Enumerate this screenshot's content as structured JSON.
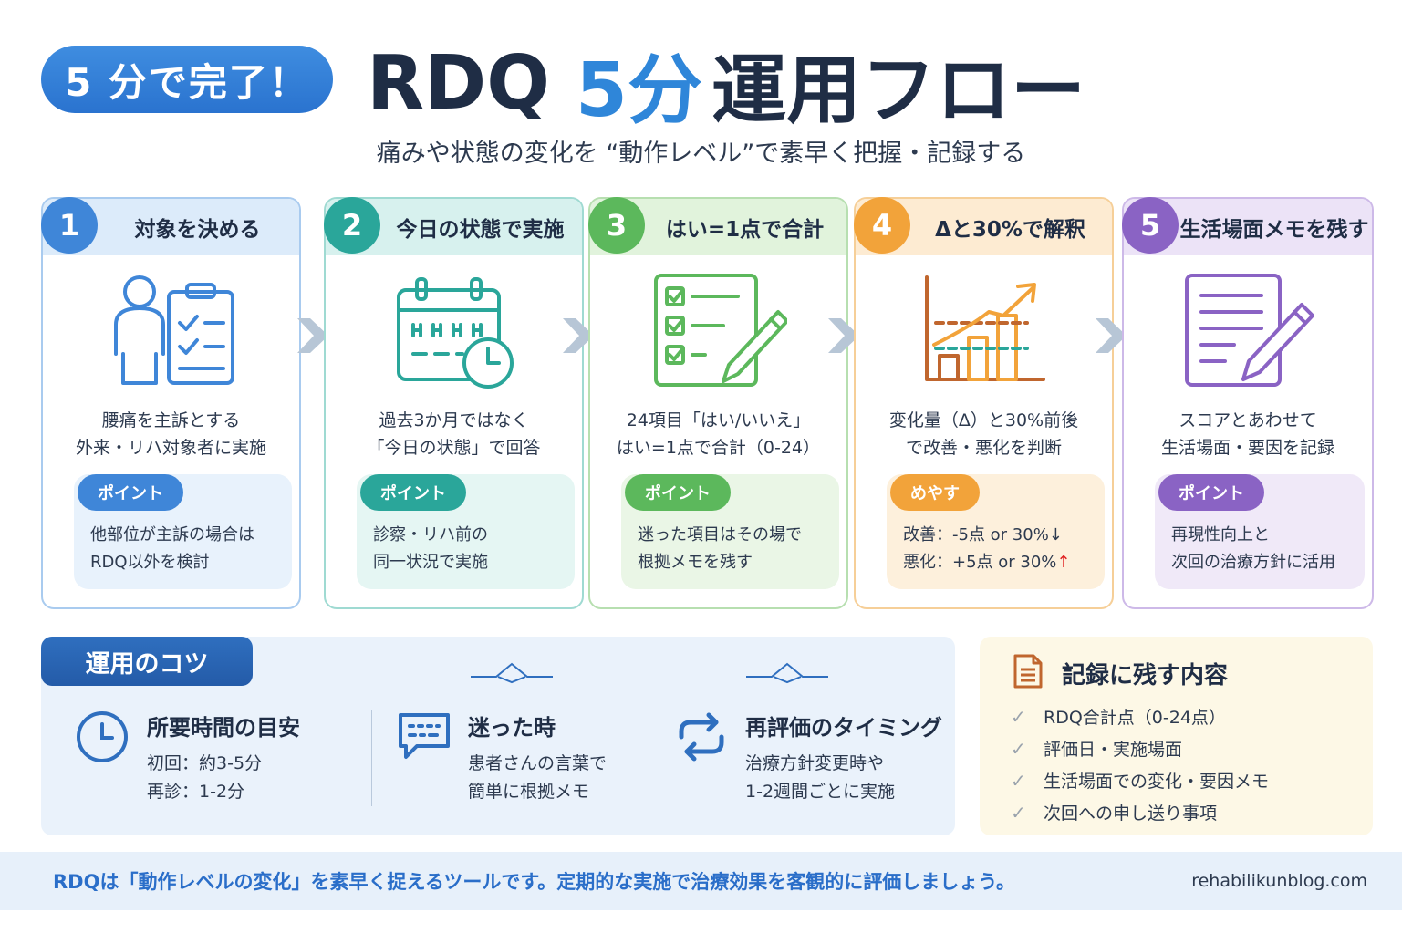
{
  "header": {
    "badge": "5 分で完了！",
    "title_prefix": "RDQ",
    "title_accent": "5分",
    "title_suffix": "運用フロー",
    "subtitle": "痛みや状態の変化を “動作レベル”で素早く把握・記録する"
  },
  "colors": {
    "step1": "#3f86d8",
    "step2": "#2aa69a",
    "step3": "#5cb85c",
    "step4": "#f2a33a",
    "step5": "#8a63c4"
  },
  "steps": [
    {
      "number": "1",
      "title": "対象を決める",
      "icon": "person-clipboard-icon",
      "desc_line1": "腰痛を主訴とする",
      "desc_line2": "外来・リハ対象者に実施",
      "tag": "ポイント",
      "point_line1": "他部位が主訴の場合は",
      "point_line2": "RDQ以外を検討"
    },
    {
      "number": "2",
      "title": "今日の状態で実施",
      "icon": "calendar-clock-icon",
      "desc_line1": "過去3か月ではなく",
      "desc_line2": "「今日の状態」で回答",
      "tag": "ポイント",
      "point_line1": "診察・リハ前の",
      "point_line2": "同一状況で実施"
    },
    {
      "number": "3",
      "title": "はい=1点で合計",
      "icon": "checklist-pencil-icon",
      "desc_line1": "24項目「はい/いいえ」",
      "desc_line2": "はい=1点で合計（0-24）",
      "tag": "ポイント",
      "point_line1": "迷った項目はその場で",
      "point_line2": "根拠メモを残す"
    },
    {
      "number": "4",
      "title": "Δと30%で解釈",
      "icon": "bar-chart-icon",
      "desc_line1": "変化量（Δ）と30%前後",
      "desc_line2": "で改善・悪化を判断",
      "tag": "めやす",
      "point_line1": "改善：-5点 or 30%↓",
      "point_line2_prefix": "悪化：+5点 or 30%",
      "point_line2_arrow": "↑"
    },
    {
      "number": "5",
      "title": "生活場面メモを残す",
      "icon": "note-pencil-icon",
      "desc_line1": "スコアとあわせて",
      "desc_line2": "生活場面・要因を記録",
      "tag": "ポイント",
      "point_line1": "再現性向上と",
      "point_line2": "次回の治療方針に活用"
    }
  ],
  "tips": {
    "label": "運用のコツ",
    "items": [
      {
        "icon": "clock-icon",
        "title": "所要時間の目安",
        "line1": "初回：約3-5分",
        "line2": "再診：1-2分"
      },
      {
        "icon": "chat-bubble-icon",
        "title": "迷った時",
        "line1": "患者さんの言葉で",
        "line2": "簡単に根拠メモ"
      },
      {
        "icon": "refresh-icon",
        "title": "再評価のタイミング",
        "line1": "治療方針変更時や",
        "line2": "1-2週間ごとに実施"
      }
    ]
  },
  "record": {
    "title": "記録に残す内容",
    "icon": "document-icon",
    "items": [
      "RDQ合計点（0-24点）",
      "評価日・実施場面",
      "生活場面での変化・要因メモ",
      "次回への申し送り事項"
    ]
  },
  "footer": {
    "message": "RDQは「動作レベルの変化」を素早く捉えるツールです。定期的な実施で治療効果を客観的に評価しましょう。",
    "site": "rehabilikunblog.com"
  }
}
